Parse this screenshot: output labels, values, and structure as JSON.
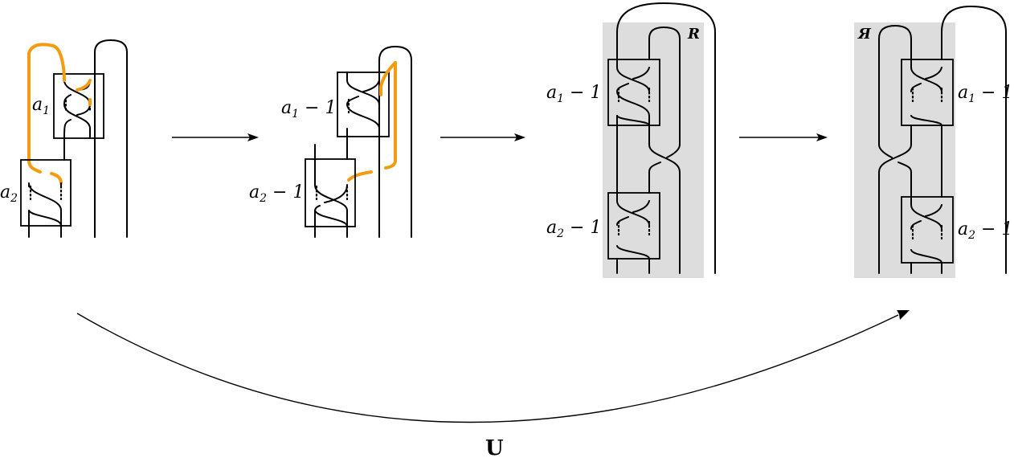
{
  "labels": {
    "p1_a1": "a",
    "p1_a1_sub": "1",
    "p1_a2": "a",
    "p1_a2_sub": "2",
    "p2_a1m1": "a",
    "p2_a1m1_sub": "1",
    "p2_a1m1_rest": " − 1",
    "p2_a2m1": "a",
    "p2_a2m1_sub": "2",
    "p2_a2m1_rest": " − 1",
    "p3_a1m1": "a",
    "p3_a1m1_sub": "1",
    "p3_a1m1_rest": " − 1",
    "p3_a2m1": "a",
    "p3_a2m1_sub": "2",
    "p3_a2m1_rest": " − 1",
    "p3_R": "R",
    "p4_R": "Я",
    "p4_a1m1": "a",
    "p4_a1m1_sub": "1",
    "p4_a1m1_rest": " − 1",
    "p4_a2m1": "a",
    "p4_a2m1_sub": "2",
    "p4_a2m1_rest": " − 1",
    "bottom_arrow": "U"
  },
  "colors": {
    "highlight_strand": "#f39c12",
    "shade_region": "#dddddd",
    "line": "#000000"
  }
}
